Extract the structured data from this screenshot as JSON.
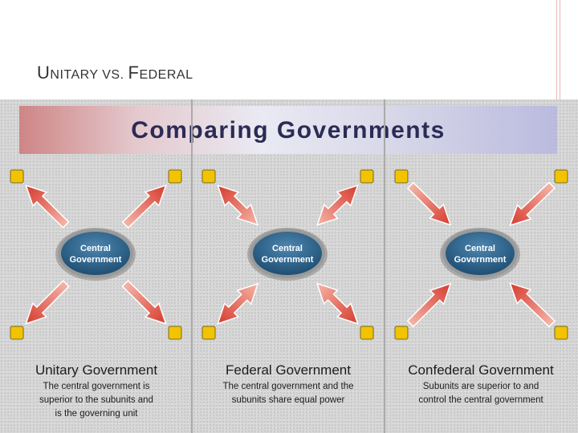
{
  "slide": {
    "title_initial_1": "U",
    "title_rest_1": "NITARY VS. ",
    "title_initial_2": "F",
    "title_rest_2": "EDERAL"
  },
  "diagram": {
    "heading": "Comparing Governments",
    "center_label_line1": "Central",
    "center_label_line2": "Government",
    "panels": [
      {
        "title": "Unitary Government",
        "description": [
          "The central government is",
          "superior to the subunits and",
          "is the governing unit"
        ],
        "arrow_direction": "outward"
      },
      {
        "title": "Federal Government",
        "description": [
          "The central government and the",
          "subunits share equal power"
        ],
        "arrow_direction": "both"
      },
      {
        "title": "Confederal Government",
        "description": [
          "Subunits are superior to and",
          "control the central government"
        ],
        "arrow_direction": "inward"
      }
    ]
  },
  "colors": {
    "banner_text": "#2b2b55",
    "center_oval": "#1f4f73",
    "center_ring": "#9a9a9a",
    "subunit_square": "#f2c300",
    "arrow_red": "#d63b2e",
    "arrow_light": "#f4b5a8"
  }
}
